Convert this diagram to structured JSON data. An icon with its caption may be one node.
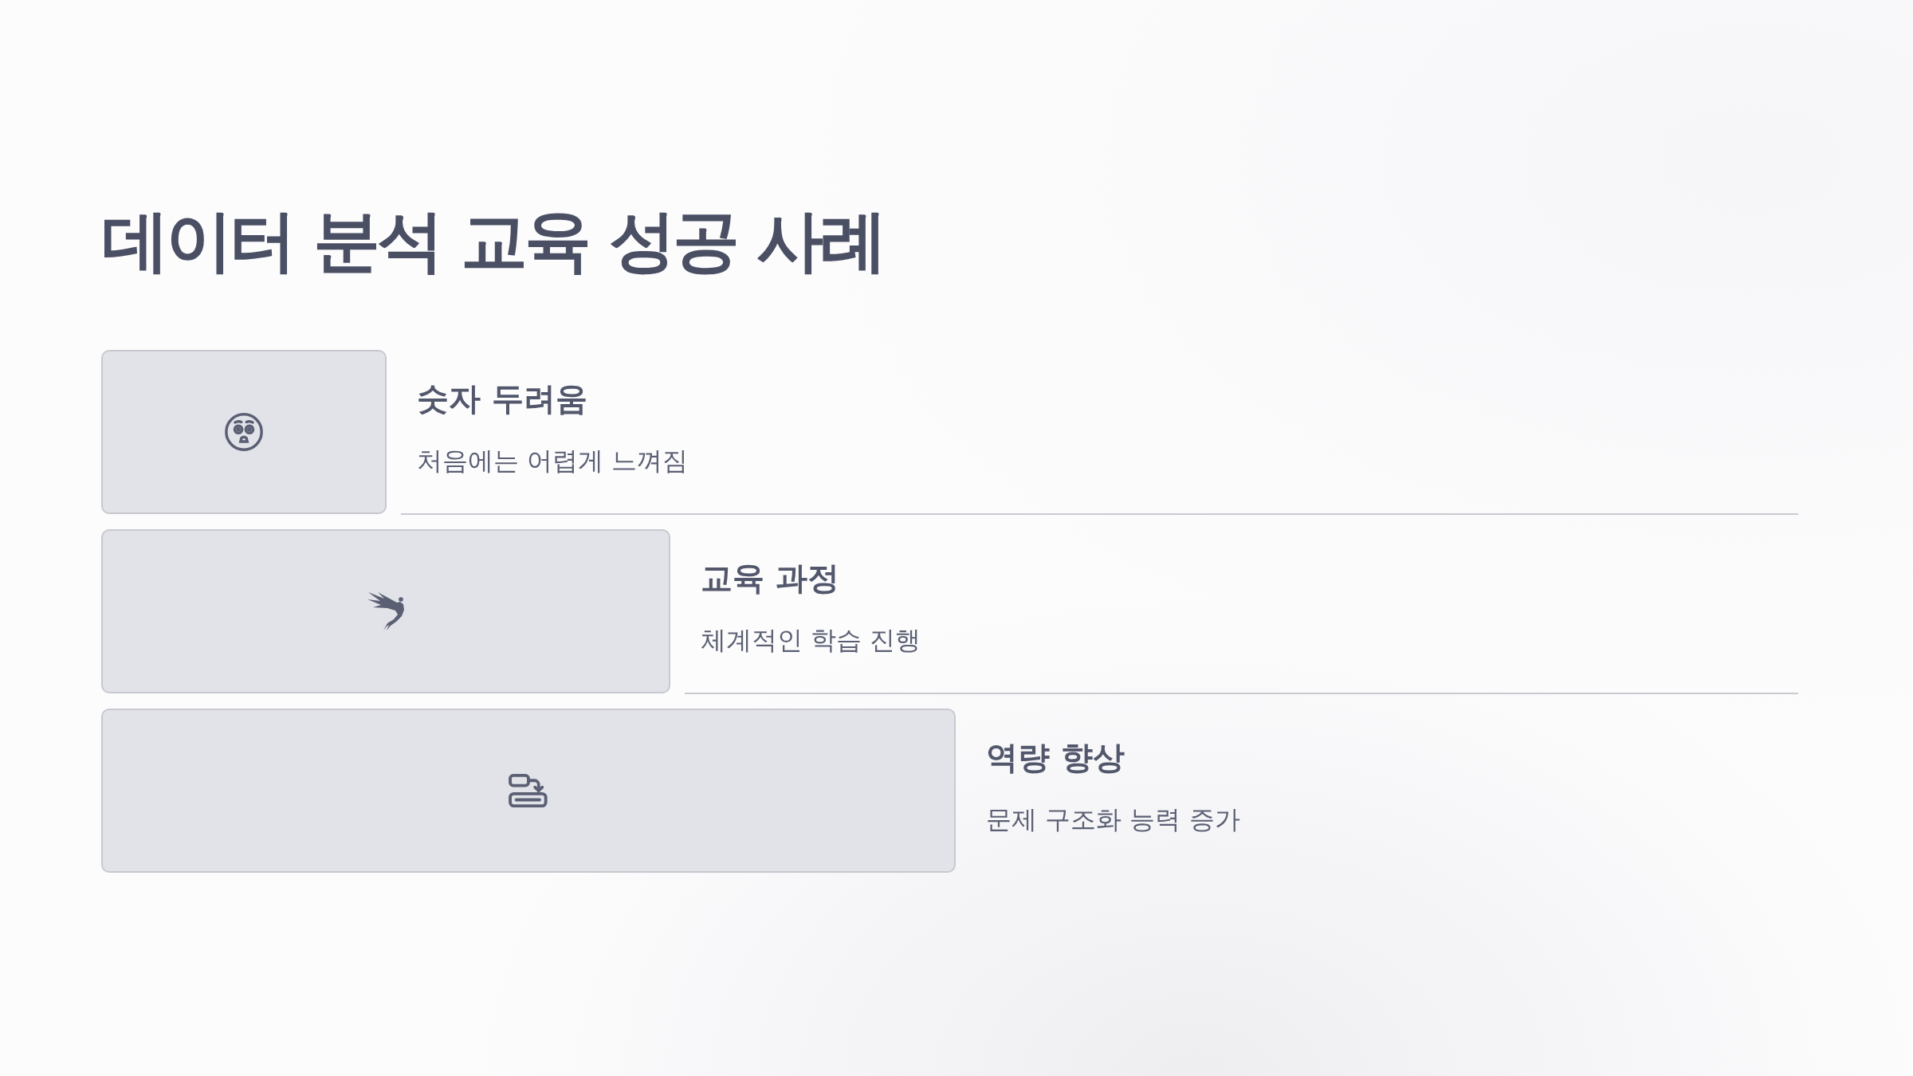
{
  "diagram": {
    "title": "데이터 분석 교육 성공 사례",
    "nodes": [
      {
        "text": [
          "숫자 두려움",
          "처음에는 어렵게 느껴짐"
        ]
      },
      {
        "text": [
          "교육 과정",
          "체계적인 학습 진행"
        ]
      },
      {
        "text": [
          "역량 향상",
          "문제 구조화 능력 증가"
        ]
      }
    ]
  }
}
